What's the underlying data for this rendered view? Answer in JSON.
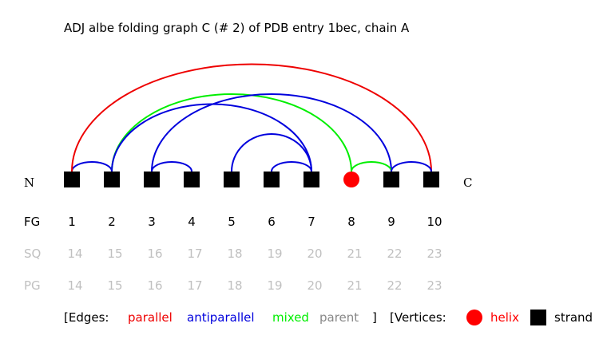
{
  "title": "ADJ albe folding graph C (# 2) of PDB entry 1bec, chain A",
  "terminal_n": "N",
  "terminal_c": "C",
  "row_labels": {
    "fg": "FG",
    "sq": "SQ",
    "pg": "PG"
  },
  "vertices": [
    {
      "fg": "1",
      "sq": "14",
      "pg": "14",
      "type": "strand"
    },
    {
      "fg": "2",
      "sq": "15",
      "pg": "15",
      "type": "strand"
    },
    {
      "fg": "3",
      "sq": "16",
      "pg": "16",
      "type": "strand"
    },
    {
      "fg": "4",
      "sq": "17",
      "pg": "17",
      "type": "strand"
    },
    {
      "fg": "5",
      "sq": "18",
      "pg": "18",
      "type": "strand"
    },
    {
      "fg": "6",
      "sq": "19",
      "pg": "19",
      "type": "strand"
    },
    {
      "fg": "7",
      "sq": "20",
      "pg": "20",
      "type": "strand"
    },
    {
      "fg": "8",
      "sq": "21",
      "pg": "21",
      "type": "helix"
    },
    {
      "fg": "9",
      "sq": "22",
      "pg": "22",
      "type": "strand"
    },
    {
      "fg": "10",
      "sq": "23",
      "pg": "23",
      "type": "strand"
    }
  ],
  "edges": [
    {
      "from": 1,
      "to": 2,
      "type": "antiparallel"
    },
    {
      "from": 1,
      "to": 10,
      "type": "parallel"
    },
    {
      "from": 2,
      "to": 8,
      "type": "mixed"
    },
    {
      "from": 2,
      "to": 7,
      "type": "antiparallel"
    },
    {
      "from": 3,
      "to": 4,
      "type": "antiparallel"
    },
    {
      "from": 3,
      "to": 9,
      "type": "antiparallel"
    },
    {
      "from": 5,
      "to": 7,
      "type": "antiparallel"
    },
    {
      "from": 6,
      "to": 7,
      "type": "antiparallel"
    },
    {
      "from": 8,
      "to": 9,
      "type": "mixed"
    },
    {
      "from": 9,
      "to": 10,
      "type": "antiparallel"
    }
  ],
  "colors": {
    "parallel": "#ee0000",
    "antiparallel": "#0000dd",
    "mixed": "#00ee00",
    "parent": "#888888",
    "helix": "#ff0000",
    "strand": "#000000",
    "muted_text": "#c0c0c0"
  },
  "legend": {
    "edges_label": "[Edges:",
    "parallel": "parallel",
    "antiparallel": "antiparallel",
    "mixed": "mixed",
    "parent": "parent",
    "edges_close": "]",
    "vertices_label": "[Vertices:",
    "helix": "helix",
    "strand": "strand"
  }
}
